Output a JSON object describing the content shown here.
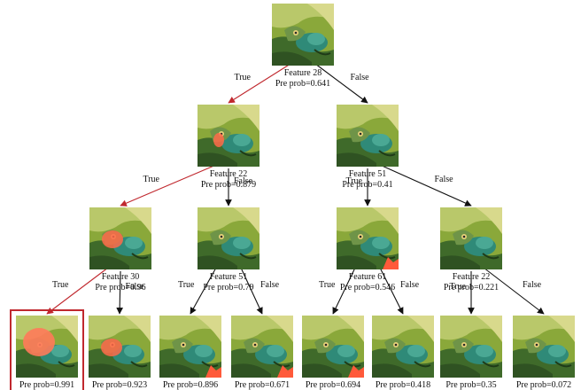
{
  "colors": {
    "highlight": "#c0282e",
    "edge": "#111111",
    "leaf_frame": "#c0282e"
  },
  "nodes": [
    {
      "id": "n0",
      "feature": "Feature 28",
      "prob": "Pre prob=0.641",
      "patch": "none"
    },
    {
      "id": "n1",
      "feature": "Feature 22",
      "prob": "Pre prob=0.879",
      "patch": "small"
    },
    {
      "id": "n2",
      "feature": "Feature 51",
      "prob": "Pre prob=0.41",
      "patch": "none"
    },
    {
      "id": "n3",
      "feature": "Feature 30",
      "prob": "Pre prob=0.96",
      "patch": "medium"
    },
    {
      "id": "n4",
      "feature": "Feature 51",
      "prob": "Pre prob=0.79",
      "patch": "none"
    },
    {
      "id": "n5",
      "feature": "Feature 61",
      "prob": "Pre prob=0.546",
      "patch": "corner"
    },
    {
      "id": "n6",
      "feature": "Feature 22",
      "prob": "Pre prob=0.221",
      "patch": "none"
    },
    {
      "id": "l0",
      "prob": "Pre prob=0.991",
      "patch": "large",
      "framed": true
    },
    {
      "id": "l1",
      "prob": "Pre prob=0.923",
      "patch": "medium"
    },
    {
      "id": "l2",
      "prob": "Pre prob=0.896",
      "patch": "corner"
    },
    {
      "id": "l3",
      "prob": "Pre prob=0.671",
      "patch": "corner"
    },
    {
      "id": "l4",
      "prob": "Pre prob=0.694",
      "patch": "corner"
    },
    {
      "id": "l5",
      "prob": "Pre prob=0.418",
      "patch": "none"
    },
    {
      "id": "l6",
      "prob": "Pre prob=0.35",
      "patch": "none"
    },
    {
      "id": "l7",
      "prob": "Pre prob=0.072",
      "patch": "none"
    }
  ],
  "edges": [
    {
      "from": "n0",
      "to": "n1",
      "label": "True",
      "highlight": true
    },
    {
      "from": "n0",
      "to": "n2",
      "label": "False",
      "highlight": false
    },
    {
      "from": "n1",
      "to": "n3",
      "label": "True",
      "highlight": true
    },
    {
      "from": "n1",
      "to": "n4",
      "label": "False",
      "highlight": false
    },
    {
      "from": "n2",
      "to": "n5",
      "label": "True",
      "highlight": false
    },
    {
      "from": "n2",
      "to": "n6",
      "label": "False",
      "highlight": false
    },
    {
      "from": "n3",
      "to": "l0",
      "label": "True",
      "highlight": true
    },
    {
      "from": "n3",
      "to": "l1",
      "label": "False",
      "highlight": false
    },
    {
      "from": "n4",
      "to": "l2",
      "label": "True",
      "highlight": false
    },
    {
      "from": "n4",
      "to": "l3",
      "label": "False",
      "highlight": false
    },
    {
      "from": "n5",
      "to": "l4",
      "label": "True",
      "highlight": false
    },
    {
      "from": "n5",
      "to": "l5",
      "label": "False",
      "highlight": false
    },
    {
      "from": "n6",
      "to": "l6",
      "label": "True",
      "highlight": false
    },
    {
      "from": "n6",
      "to": "l7",
      "label": "False",
      "highlight": false
    }
  ]
}
